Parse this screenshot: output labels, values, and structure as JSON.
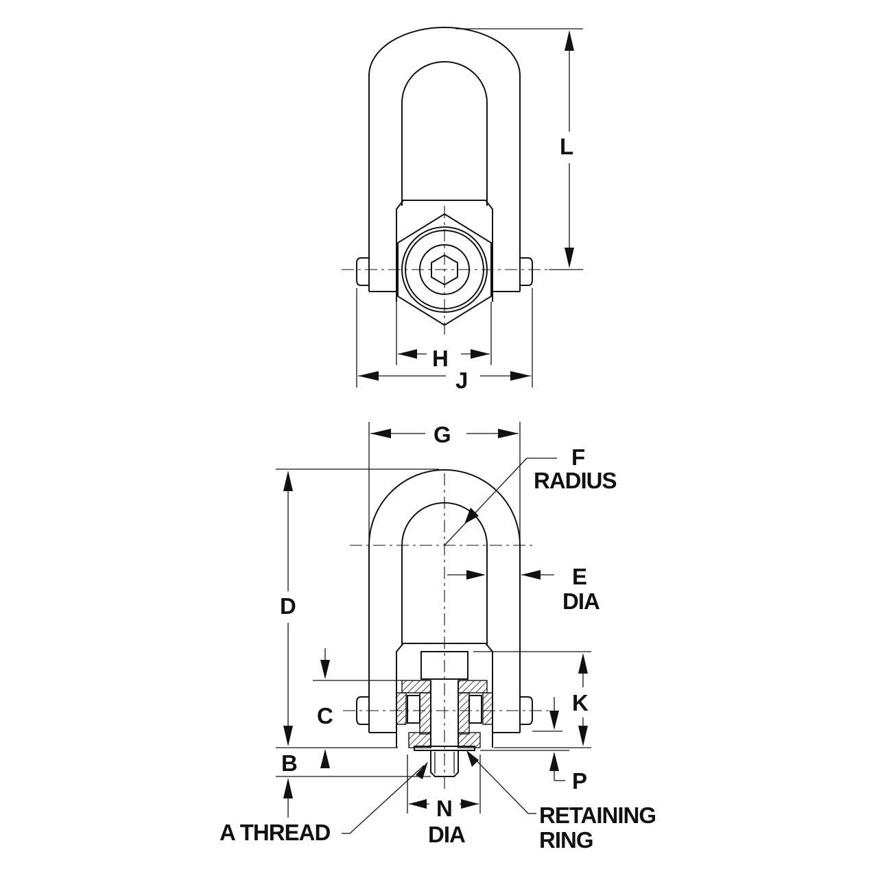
{
  "labels": {
    "l": "L",
    "h": "H",
    "j": "J",
    "g": "G",
    "f": "F",
    "radius": "RADIUS",
    "e": "E",
    "e_dia": "DIA",
    "d": "D",
    "c": "C",
    "k": "K",
    "b": "B",
    "p": "P",
    "n": "N",
    "n_dia": "DIA",
    "a_thread": "A THREAD",
    "retaining": "RETAINING",
    "ring": "RING"
  }
}
